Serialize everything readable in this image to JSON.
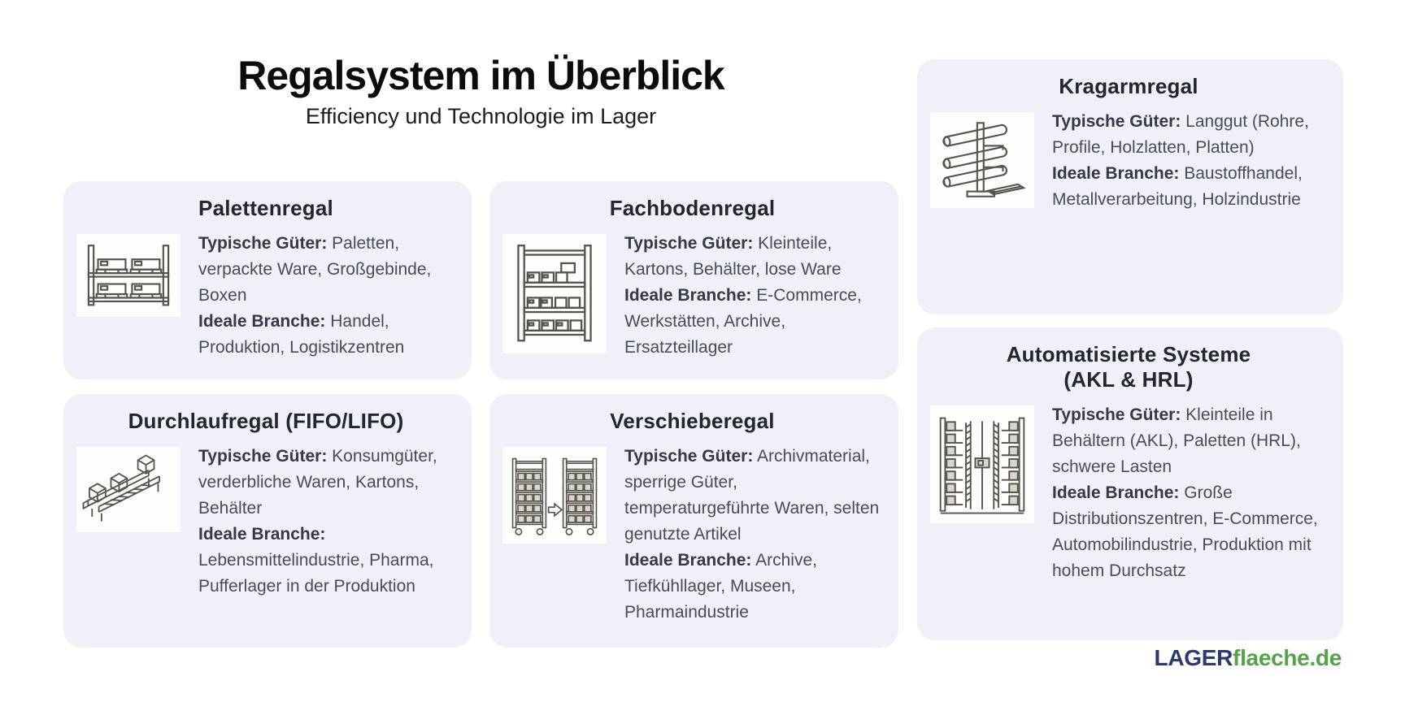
{
  "page": {
    "title": "Regalsystem im Überblick",
    "subtitle": "Efficiency und Technologie im Lager"
  },
  "cards": [
    {
      "id": "palettenregal",
      "title": "Palettenregal",
      "icon": "pallet-rack-icon",
      "goods_label": "Typische Güter:",
      "goods": "Paletten, verpackte Ware, Großgebinde, Boxen",
      "branch_label": "Ideale Branche:",
      "branch": "Handel, Produktion, Logistikzentren"
    },
    {
      "id": "fachbodenregal",
      "title": "Fachbodenregal",
      "icon": "shelf-rack-icon",
      "goods_label": "Typische Güter:",
      "goods": "Kleinteile, Kartons, Behälter, lose Ware",
      "branch_label": "Ideale Branche:",
      "branch": "E-Commerce, Werkstätten, Archive, Ersatzteillager"
    },
    {
      "id": "kragarmregal",
      "title": "Kragarmregal",
      "icon": "cantilever-rack-icon",
      "goods_label": "Typische Güter:",
      "goods": "Langgut (Rohre, Profile, Holzlatten, Platten)",
      "branch_label": "Ideale Branche:",
      "branch": "Baustoffhandel, Metallverarbeitung, Holzindustrie"
    },
    {
      "id": "durchlaufregal",
      "title": "Durchlaufregal (FIFO/LIFO)",
      "icon": "flow-rack-icon",
      "goods_label": "Typische Güter:",
      "goods": "Konsumgüter, verderbliche Waren, Kartons, Behälter",
      "branch_label": "Ideale Branche:",
      "branch": "Lebensmittelindustrie, Pharma, Pufferlager in der Produktion"
    },
    {
      "id": "verschieberegal",
      "title": "Verschieberegal",
      "icon": "mobile-rack-icon",
      "goods_label": "Typische Güter:",
      "goods": "Archivmaterial, sperrige Güter, temperaturgeführte Waren, selten genutzte Artikel",
      "branch_label": "Ideale Branche:",
      "branch": "Archive, Tiefkühllager, Museen, Pharmaindustrie"
    },
    {
      "id": "automatisierte-systeme",
      "title": "Automatisierte Systeme\n(AKL & HRL)",
      "icon": "asrs-rack-icon",
      "goods_label": "Typische Güter:",
      "goods": "Kleinteile in Behältern (AKL), Paletten (HRL), schwere Lasten",
      "branch_label": "Ideale Branche:",
      "branch": "Große Distributionszentren, E-Commerce, Automobilindustrie, Produktion mit hohem Durchsatz"
    }
  ],
  "logo": {
    "part1": "LAGER",
    "part2": "flaeche.de"
  },
  "colors": {
    "page_bg": "#ffffff",
    "card_bg": "#f0f0f8",
    "icon_bg": "#fdfdfb",
    "icon_stroke": "#56534c",
    "icon_box_fill": "#d9d6ce",
    "title_text": "#0c0c0c",
    "heading_text": "#22262f",
    "body_text": "#474c59",
    "logo_navy": "#2c3a6b",
    "logo_green": "#54a24a"
  }
}
